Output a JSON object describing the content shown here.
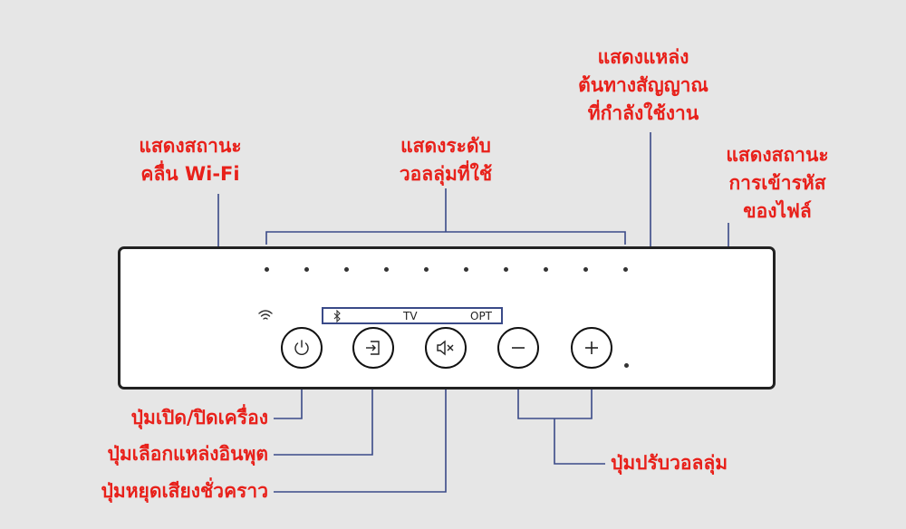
{
  "labels": {
    "wifi_status": "แสดงสถานะ\nคลื่น Wi-Fi",
    "volume_level": "แสดงระดับ\nวอลลุ่มที่ใช้",
    "source_indicator": "แสดงแหล่ง\nต้นทางสัญญาณ\nที่กำลังใช้งาน",
    "pairing_status": "แสดงสถานะ\nการเข้ารหัส\nของไฟล์",
    "power_button": "ปุ่มเปิด/ปิดเครื่อง",
    "input_button": "ปุ่มเลือกแหล่งอินพุต",
    "mute_button": "ปุ่มหยุดเสียงชั่วคราว",
    "volume_buttons": "ปุ่มปรับวอลลุ่ม"
  },
  "sources": [
    "TV",
    "OPT"
  ],
  "icons": {
    "bluetooth": "bluetooth-icon",
    "wifi": "wifi-icon",
    "power": "power-icon",
    "input": "input-icon",
    "mute": "mute-icon",
    "minus": "minus-icon",
    "plus": "plus-icon"
  },
  "volume_led_count": 10,
  "colors": {
    "label_red": "#e8201a",
    "leader_line": "#3a4a88",
    "panel_border": "#222222",
    "background": "#e6e6e6"
  }
}
